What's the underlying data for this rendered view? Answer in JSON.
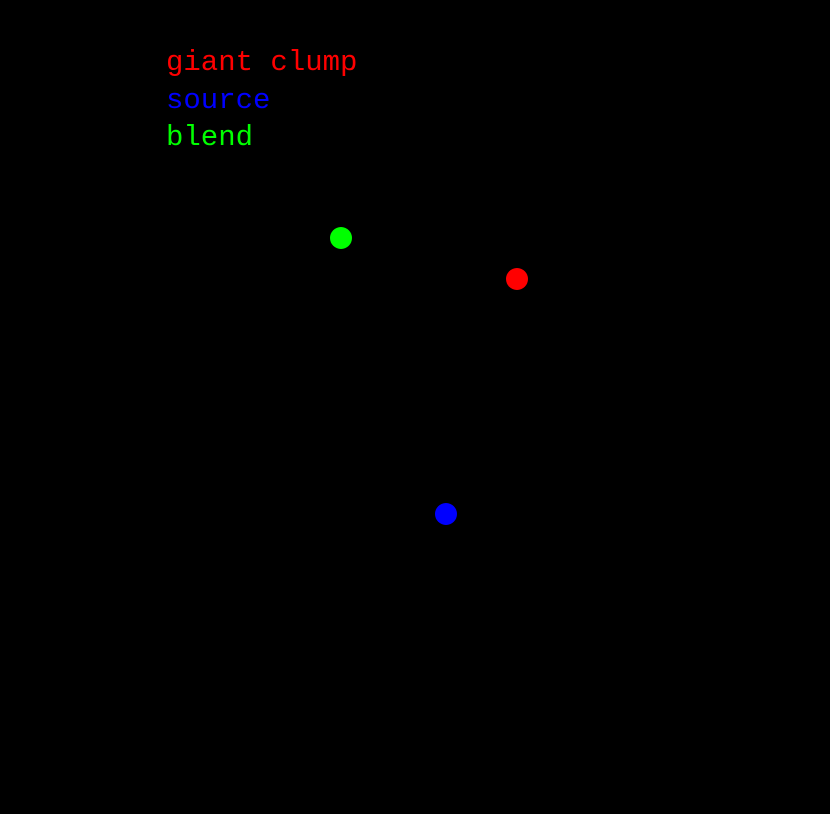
{
  "chart_data": {
    "type": "scatter",
    "title": "",
    "xlabel": "",
    "ylabel": "",
    "grid": false,
    "legend_position": "top-left",
    "background": "#000000",
    "series": [
      {
        "name": "giant clump",
        "color": "#ff0000",
        "points": [
          {
            "px": 517,
            "py": 279
          }
        ]
      },
      {
        "name": "source",
        "color": "#0000ff",
        "points": [
          {
            "px": 446,
            "py": 514
          }
        ]
      },
      {
        "name": "blend",
        "color": "#00ff00",
        "points": [
          {
            "px": 341,
            "py": 238
          }
        ]
      }
    ]
  },
  "legend": {
    "items": [
      {
        "label": "giant clump",
        "color": "#ff0000"
      },
      {
        "label": "source",
        "color": "#0000ff"
      },
      {
        "label": "blend",
        "color": "#00ff00"
      }
    ]
  }
}
